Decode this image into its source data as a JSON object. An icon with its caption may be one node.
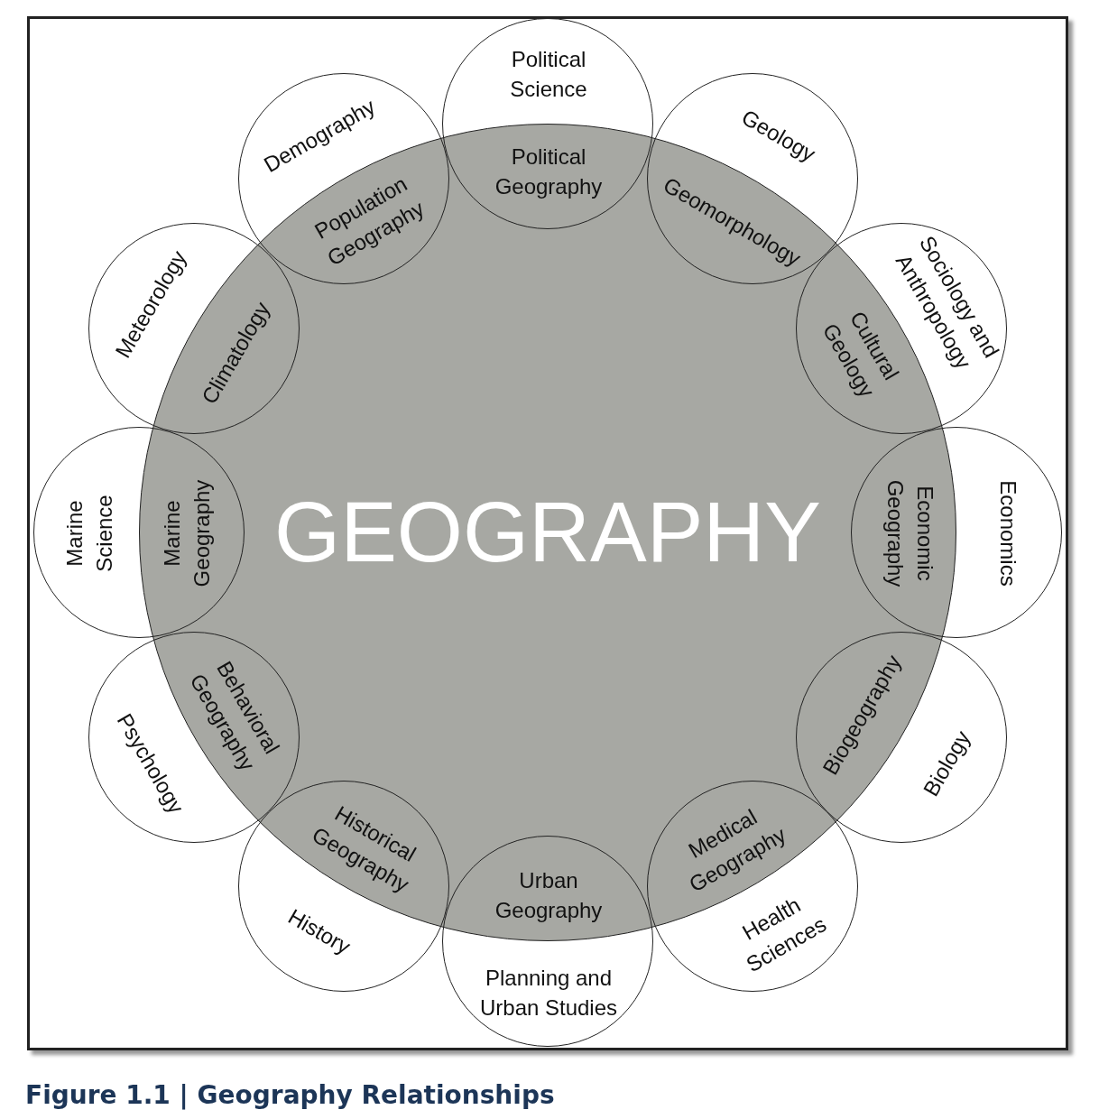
{
  "diagram": {
    "caption": "Figure 1.1 | Geography Relationships",
    "nodes": [
      {
        "text": [
          "GEOGRAPHY"
        ]
      },
      {
        "text": [
          "Political Science",
          "Political Geography"
        ]
      },
      {
        "text": [
          "Geology",
          "Geomorphology"
        ]
      },
      {
        "text": [
          "Sociology and Anthropology",
          "Cultural Geology"
        ]
      },
      {
        "text": [
          "Economics",
          "Economic Geography"
        ]
      },
      {
        "text": [
          "Biogeography",
          "Biology"
        ]
      },
      {
        "text": [
          "Medical Geography",
          "Health Sciences"
        ]
      },
      {
        "text": [
          "Urban Geography",
          "Planning and Urban Studies"
        ]
      },
      {
        "text": [
          "Historical Geography",
          "History"
        ]
      },
      {
        "text": [
          "Behavioral Geography",
          "Psychology"
        ]
      },
      {
        "text": [
          "Marine Science",
          "Marine Geography"
        ]
      },
      {
        "text": [
          "Meteorology",
          "Climatology"
        ]
      },
      {
        "text": [
          "Demography",
          "Population Geography"
        ]
      }
    ]
  }
}
